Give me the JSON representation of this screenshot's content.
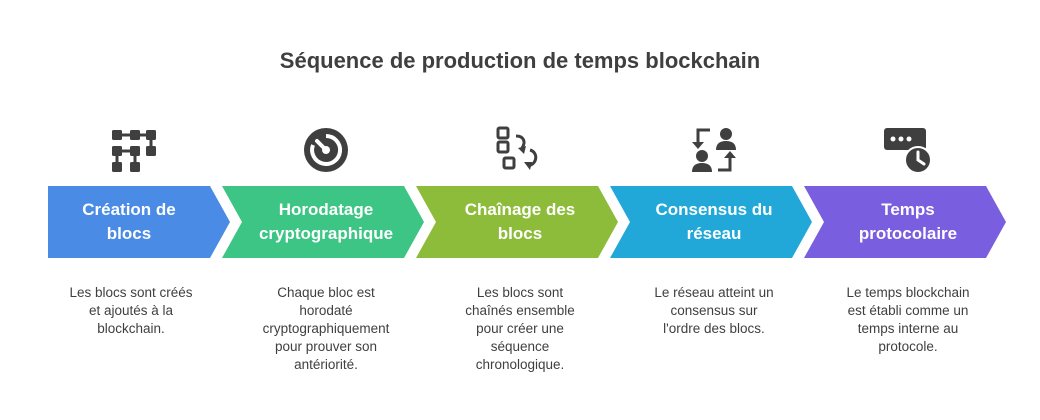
{
  "title": "Séquence de production de temps blockchain",
  "steps": [
    {
      "label_line1": "Création de",
      "label_line2": "blocs",
      "color": "#4a8be5",
      "icon": "flowchart-blocks-icon",
      "description": [
        "Les blocs sont créés",
        "et ajoutés à la",
        "blockchain."
      ]
    },
    {
      "label_line1": "Horodatage",
      "label_line2": "cryptographique",
      "color": "#3cc584",
      "icon": "timer-dial-icon",
      "description": [
        "Chaque bloc est",
        "horodaté",
        "cryptographiquement",
        "pour prouver son",
        "antériorité."
      ]
    },
    {
      "label_line1": "Chaînage des",
      "label_line2": "blocs",
      "color": "#8dbb3a",
      "icon": "chain-sequence-icon",
      "description": [
        "Les blocs sont",
        "chaînés ensemble",
        "pour créer une",
        "séquence",
        "chronologique."
      ]
    },
    {
      "label_line1": "Consensus du",
      "label_line2": "réseau",
      "color": "#21a8d8",
      "icon": "user-exchange-icon",
      "description": [
        "Le réseau atteint un",
        "consensus sur",
        "l'ordre des blocs."
      ]
    },
    {
      "label_line1": "Temps",
      "label_line2": "protocolaire",
      "color": "#7a5ee0",
      "icon": "window-clock-icon",
      "description": [
        "Le temps blockchain",
        "est établi comme un",
        "temps interne au",
        "protocole."
      ]
    }
  ]
}
